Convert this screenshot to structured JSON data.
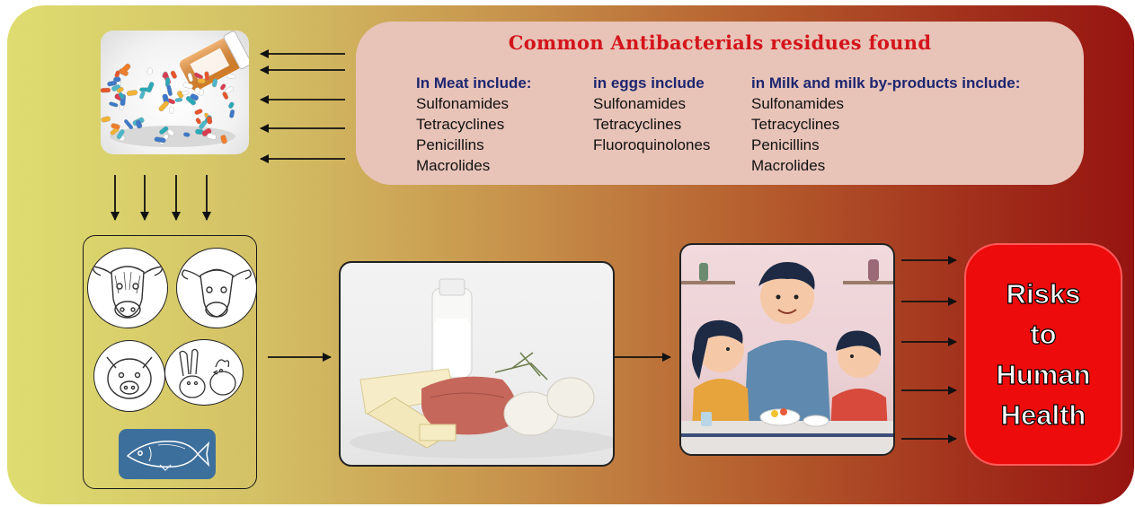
{
  "info": {
    "title": "Common Antibacterials residues found",
    "columns": [
      {
        "heading": "In Meat include:",
        "items": [
          "Sulfonamides",
          "Tetracyclines",
          "Penicillins",
          "Macrolides"
        ]
      },
      {
        "heading": "in eggs include",
        "items": [
          "Sulfonamides",
          "Tetracyclines",
          "Fluoroquinolones"
        ]
      },
      {
        "heading": "in Milk and milk by-products include:",
        "items": [
          "Sulfonamides",
          "Tetracyclines",
          "Penicillins",
          "Macrolides"
        ]
      }
    ]
  },
  "risk": {
    "text": "Risks\nto\nHuman\nHealth"
  },
  "colors": {
    "title_red": "#d4141b",
    "heading_navy": "#1d2670",
    "info_box": "#e8c3b8",
    "risk_red": "#ee0b0b",
    "gradient_start": "#dedd70",
    "gradient_end": "#961411"
  },
  "icons": [
    "pills-image",
    "cow-icon",
    "calf-icon",
    "pig-icon",
    "rabbit-chicken-icon",
    "fish-icon",
    "foods-image",
    "family-meal-image",
    "arrow-icon"
  ]
}
